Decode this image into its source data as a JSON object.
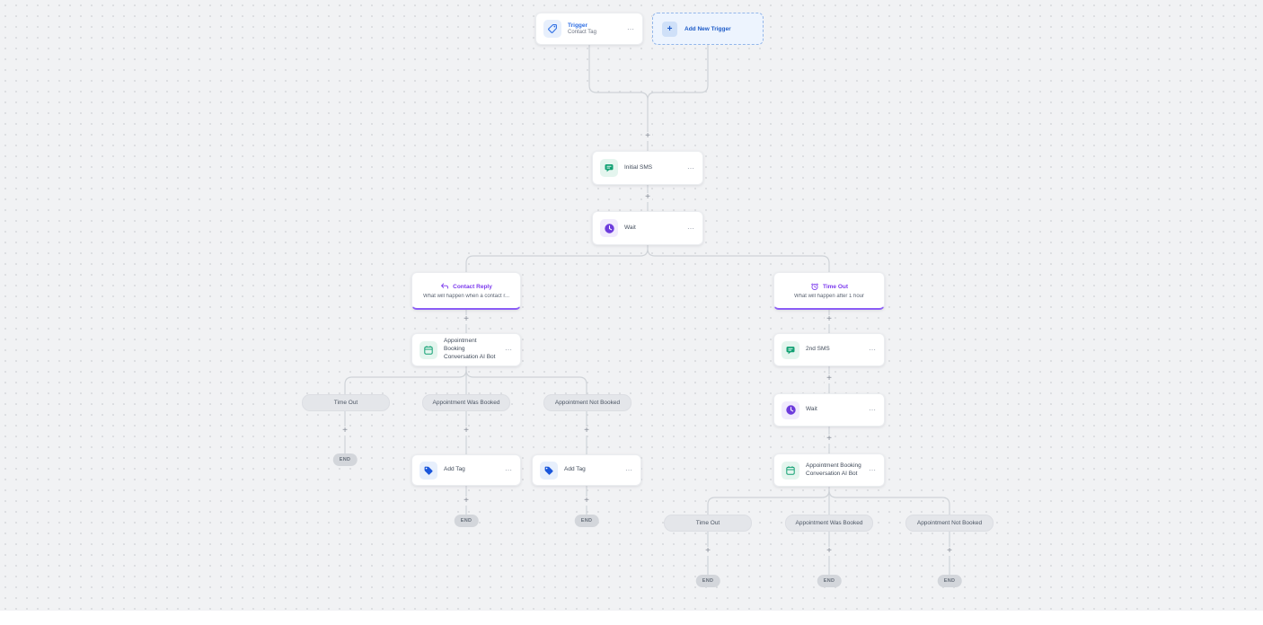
{
  "glyphs": {
    "plus": "+",
    "menu": "⋯"
  },
  "colors": {
    "canvas_bg": "#f1f2f4",
    "connector": "#cfd3d8",
    "accent_blue": "#2f6fe4",
    "accent_green": "#12a173",
    "accent_purple": "#7c3aed",
    "pill_bg": "#e4e6ea",
    "end_bg": "#d3d6db"
  },
  "trigger_row": {
    "trigger": {
      "title": "Trigger",
      "subtitle": "Contact Tag"
    },
    "add_new_trigger": {
      "label": "Add New Trigger"
    }
  },
  "main": {
    "initial_sms": "Initial SMS",
    "wait": "Wait"
  },
  "left_branch": {
    "header_title": "Contact Reply",
    "header_subtitle": "What will happen when a contact r...",
    "ai_bot": "Appointment Booking Conversation AI Bot",
    "outcomes": [
      "Time Out",
      "Appointment Was Booked",
      "Appointment Not Booked"
    ],
    "add_tag": "Add Tag",
    "end": "END"
  },
  "right_branch": {
    "header_title": "Time Out",
    "header_subtitle": "What will happen after 1 hour",
    "sms2": "2nd SMS",
    "wait": "Wait",
    "ai_bot": "Appointment Booking Conversation AI Bot",
    "outcomes": [
      "Time Out",
      "Appointment Was Booked",
      "Appointment Not Booked"
    ],
    "end": "END"
  }
}
